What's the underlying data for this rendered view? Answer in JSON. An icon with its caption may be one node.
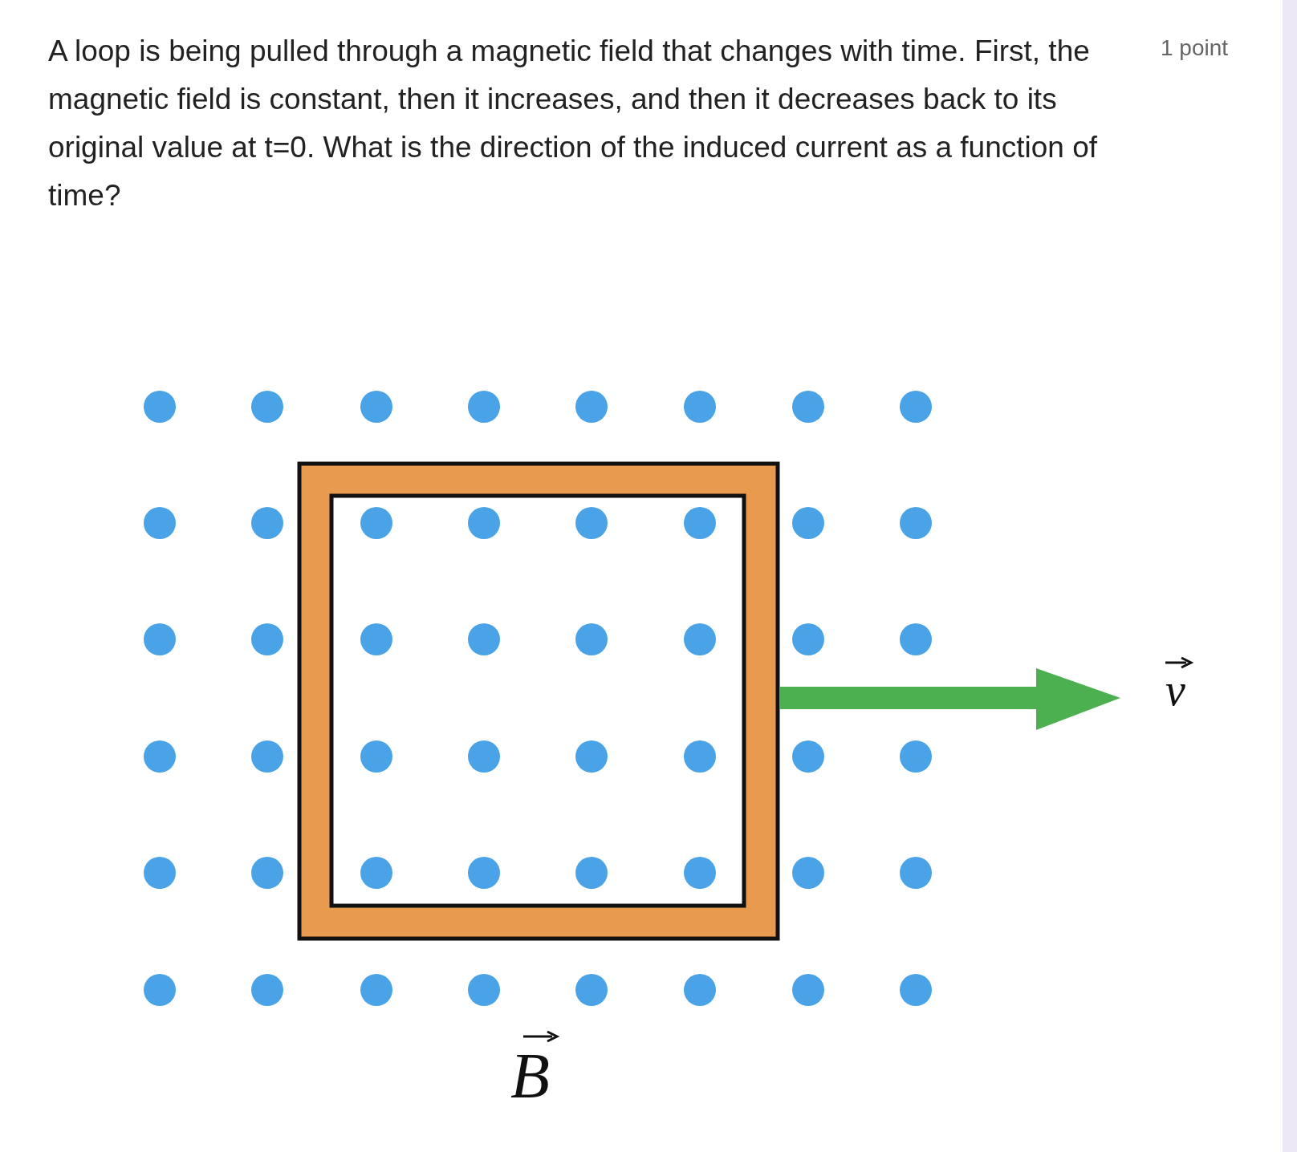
{
  "diagram": {
    "title": "A loop is being pulled through a magnetic field that changes with time. First, the magnetic field is constant, then it increases, and then it decreases back to its original value at t=0. What is the direction of the induced current as a function of time?",
    "labels": [
      "1 point",
      "v",
      "B"
    ]
  }
}
